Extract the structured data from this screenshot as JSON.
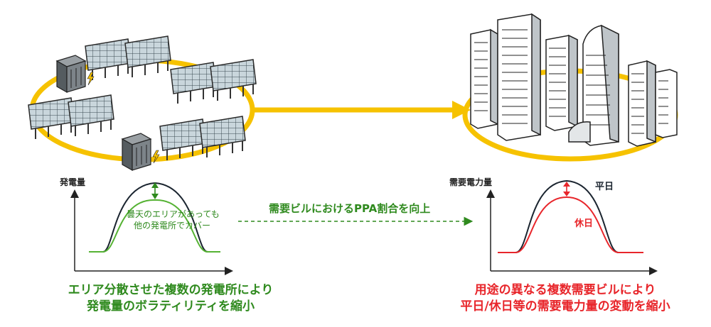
{
  "left_chart": {
    "ylabel": "発電量",
    "note_line1": "曇天のエリアがあっても",
    "note_line2": "他の発電所でカバー"
  },
  "middle": {
    "label": "需要ビルにおけるPPA割合を向上"
  },
  "right_chart": {
    "ylabel": "需要電力量",
    "weekday": "平日",
    "holiday": "休日"
  },
  "captions": {
    "left_line1": "エリア分散させた複数の発電所により",
    "left_line2": "発電量のボラティリティを縮小",
    "right_line1": "用途の異なる複数需要ビルにより",
    "right_line2": "平日/休日等の需要電力量の変動を縮小"
  },
  "colors": {
    "accent_yellow": "#f6c200",
    "green": "#2f8a1e",
    "green_curve": "#55b233",
    "red": "#e8262b",
    "dark_curve": "#1b2530"
  }
}
